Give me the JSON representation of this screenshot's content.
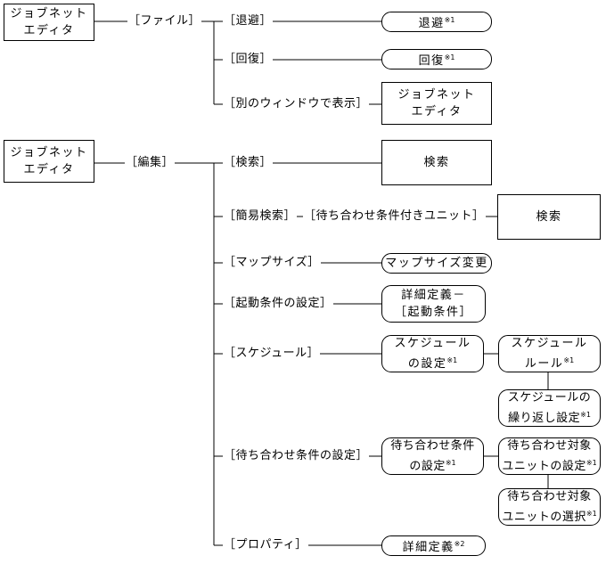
{
  "root1": {
    "line1": "ジョブネット",
    "line2": "エディタ"
  },
  "root2": {
    "line1": "ジョブネット",
    "line2": "エディタ"
  },
  "labels": {
    "file": "［ファイル］",
    "evacuate": "［退避］",
    "restore": "［回復］",
    "other_window": "［別のウィンドウで表示］",
    "edit": "［編集］",
    "search": "［検索］",
    "simple_search": "［簡易検索］",
    "jobnet_with_wait": "［待ち合わせ条件付きユニット］",
    "map_size": "［マップサイズ］",
    "start_condition": "［起動条件の設定］",
    "schedule": "［スケジュール］",
    "wait_condition": "［待ち合わせ条件の設定］",
    "property": "［プロパティ］"
  },
  "boxes": {
    "evacuate": {
      "text": "退避",
      "note": "※1"
    },
    "restore": {
      "text": "回復",
      "note": "※1"
    },
    "jobnet_editor": {
      "line1": "ジョブネット",
      "line2": "エディタ"
    },
    "search1": {
      "text": "検索"
    },
    "search2": {
      "text": "検索"
    },
    "map_size_change": {
      "text": "マップサイズ変更"
    },
    "detail_start": {
      "line1": "詳細定義－",
      "line2": "［起動条件］"
    },
    "schedule_setting": {
      "line1": "スケジュール",
      "line2": "の設定",
      "note": "※1"
    },
    "schedule_rule": {
      "line1": "スケジュール",
      "line2": "ルール",
      "note": "※1"
    },
    "schedule_repeat": {
      "line1": "スケジュールの",
      "line2": "繰り返し設定",
      "note": "※1"
    },
    "wait_setting": {
      "line1": "待ち合わせ条件",
      "line2": "の設定",
      "note": "※1"
    },
    "wait_target_setting": {
      "line1": "待ち合わせ対象",
      "line2": "ユニットの設定",
      "note": "※1"
    },
    "wait_target_select": {
      "line1": "待ち合わせ対象",
      "line2": "ユニットの選択",
      "note": "※1"
    },
    "detail_def": {
      "text": "詳細定義",
      "note": "※2"
    }
  }
}
